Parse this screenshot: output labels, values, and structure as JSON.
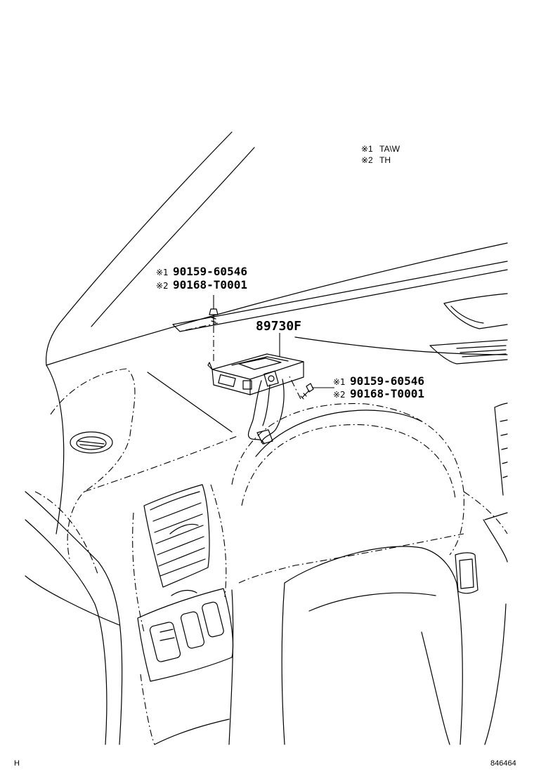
{
  "legend": [
    {
      "marker": "※1",
      "text": "TA\\W"
    },
    {
      "marker": "※2",
      "text": "TH"
    }
  ],
  "callouts": {
    "bolt_top": [
      {
        "marker": "※1",
        "part": "90159-60546"
      },
      {
        "marker": "※2",
        "part": "90168-T0001"
      }
    ],
    "module": {
      "part": "89730F"
    },
    "bolt_right": [
      {
        "marker": "※1",
        "part": "90159-60546"
      },
      {
        "marker": "※2",
        "part": "90168-T0001"
      }
    ]
  },
  "footer": {
    "left": "H",
    "right": "846464"
  }
}
